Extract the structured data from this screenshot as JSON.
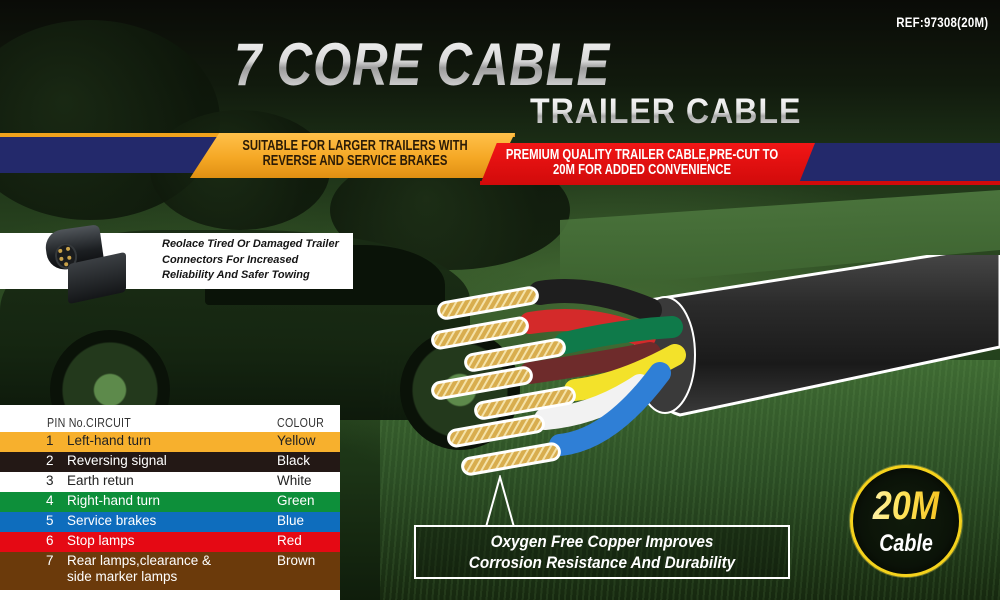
{
  "ref": "REF:97308(20M)",
  "title": {
    "main": "7 CORE CABLE",
    "sub": "TRAILER CABLE"
  },
  "ribbons": {
    "left": {
      "line1": "SUITABLE FOR LARGER TRAILERS WITH",
      "line2": "REVERSE  AND SERVICE BRAKES",
      "color": "#f5a825"
    },
    "right": {
      "line1": "PREMIUM QUALITY TRAILER CABLE,PRE-CUT TO",
      "line2": "20M FOR ADDED CONVENIENCE",
      "color": "#e31010"
    },
    "accent_navy": "#23296b"
  },
  "connector_card": {
    "image": "trailer-plug-and-socket",
    "line1": "Reolace Tired Or Damaged Trailer",
    "line2": "Connectors For Increased",
    "line3": "Reliability And Safer Towing"
  },
  "pin_table": {
    "headers": {
      "pin_circuit": "PIN No.CIRCUIT",
      "colour": "COLOUR"
    },
    "rows": [
      {
        "pin": "1",
        "circuit": "Left-hand turn",
        "colour": "Yellow",
        "bg": "#f7b02d",
        "fg": "#222222"
      },
      {
        "pin": "2",
        "circuit": "Reversing signal",
        "colour": "Black",
        "bg": "#231815",
        "fg": "#ffffff"
      },
      {
        "pin": "3",
        "circuit": "Earth retun",
        "colour": "White",
        "bg": "#ffffff",
        "fg": "#222222"
      },
      {
        "pin": "4",
        "circuit": "Right-hand turn",
        "colour": "Green",
        "bg": "#0d8f3a",
        "fg": "#ffffff"
      },
      {
        "pin": "5",
        "circuit": "Service brakes",
        "colour": "Blue",
        "bg": "#0e6dbd",
        "fg": "#ffffff"
      },
      {
        "pin": "6",
        "circuit": "Stop lamps",
        "colour": "Red",
        "bg": "#e50914",
        "fg": "#ffffff"
      },
      {
        "pin": "7",
        "circuit": "Rear lamps,clearance &",
        "circuit2": "side marker lamps",
        "colour": "Brown",
        "bg": "#6b3a0b",
        "fg": "#ffffff"
      }
    ]
  },
  "cable": {
    "core_colours": [
      "#1e1e1e",
      "#d42a2a",
      "#0f7a4a",
      "#6e2b2b",
      "#f3e22a",
      "#f2f2f2",
      "#2f7fd6"
    ],
    "jacket_colour": "#2a2a2a",
    "conductor_colour": "#d8ad4e"
  },
  "callout": {
    "line1": "Oxygen Free Copper Improves",
    "line2": "Corrosion Resistance And Durability"
  },
  "badge": {
    "big": "20M",
    "small": "Cable",
    "ring_colour": "#f5d21c"
  }
}
